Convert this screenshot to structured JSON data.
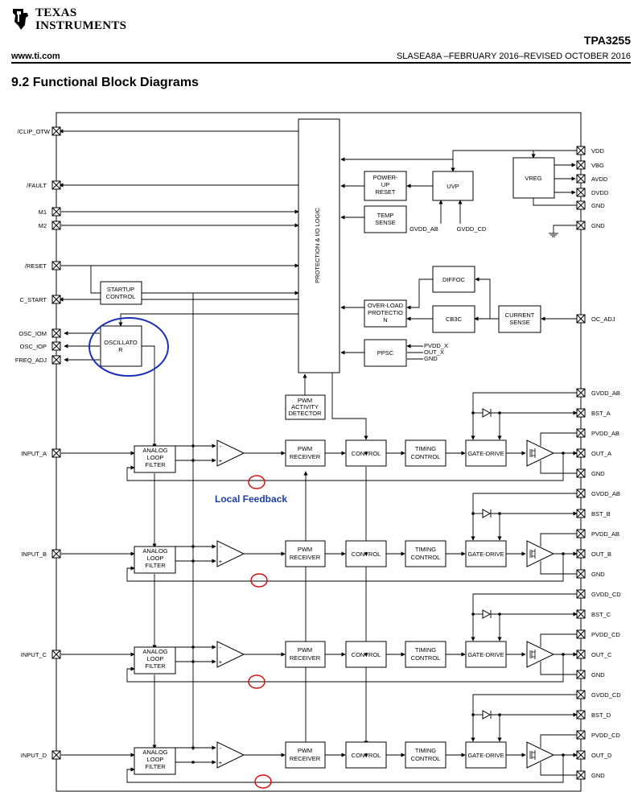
{
  "header": {
    "company_line1": "Texas",
    "company_line2": "Instruments",
    "part_number": "TPA3255",
    "website": "www.ti.com",
    "revision": "SLASEA8A –FEBRUARY 2016–REVISED OCTOBER 2016",
    "section_title": "9.2  Functional Block Diagrams"
  },
  "pins_left": {
    "clip_otw": "/CLIP_OTW",
    "fault": "/FAULT",
    "m1": "M1",
    "m2": "M2",
    "reset": "/RESET",
    "c_start": "C_START",
    "osc_iom": "OSC_IOM",
    "osc_iop": "OSC_IOP",
    "freq_adj": "FREQ_ADJ",
    "input_a": "INPUT_A",
    "input_b": "INPUT_B",
    "input_c": "INPUT_C",
    "input_d": "INPUT_D"
  },
  "pins_right": {
    "vdd": "VDD",
    "vbg": "VBG",
    "avdd": "AVDD",
    "dvdd": "DVDD",
    "gnd1": "GND",
    "gnd2": "GND",
    "oc_adj": "OC_ADJ",
    "channels": [
      {
        "gvdd": "GVDD_AB",
        "bst": "BST_A",
        "pvdd": "PVDD_AB",
        "out": "OUT_A",
        "gnd": "GND"
      },
      {
        "gvdd": "GVDD_AB",
        "bst": "BST_B",
        "pvdd": "PVDD_AB",
        "out": "OUT_B",
        "gnd": "GND"
      },
      {
        "gvdd": "GVDD_CD",
        "bst": "BST_C",
        "pvdd": "PVDD_CD",
        "out": "OUT_C",
        "gnd": "GND"
      },
      {
        "gvdd": "GVDD_CD",
        "bst": "BST_D",
        "pvdd": "PVDD_CD",
        "out": "OUT_D",
        "gnd": "GND"
      }
    ]
  },
  "blocks": {
    "protection": "PROTECTION & I/O LOGIC",
    "powerup": [
      "POWER-",
      "UP",
      "RESET"
    ],
    "uvp": "UVP",
    "vreg": "VREG",
    "temp": [
      "TEMP",
      "SENSE"
    ],
    "startup": [
      "STARTUP",
      "CONTROL"
    ],
    "diffoc": "DIFFOC",
    "overload": [
      "OVER-LOAD",
      "PROTECTIO",
      "N"
    ],
    "cb3c": "CB3C",
    "current": [
      "CURRENT",
      "SENSE"
    ],
    "ppsc": "PPSC",
    "ppsc_inputs": [
      "PVDD_X",
      "OUT_X",
      "GND"
    ],
    "oscillator": [
      "OSCILLATO",
      "R"
    ],
    "pwm_activity": [
      "PWM",
      "ACTIVITY",
      "DETECTOR"
    ],
    "uvp_labels": [
      "GVDD_AB",
      "GVDD_CD"
    ],
    "analog_filter": [
      "ANALOG",
      "LOOP",
      "FILTER"
    ],
    "pwm_receiver": [
      "PWM",
      "RECEIVER"
    ],
    "control": "CONTROL",
    "timing": [
      "TIMING",
      "CONTROL"
    ],
    "gate_drive": "GATE-DRIVE",
    "plus": "+",
    "minus": "-"
  },
  "annotation": {
    "local_feedback": "Local Feedback"
  },
  "colors": {
    "highlight_circle": "#1e2fb8",
    "feedback_circle": "#d81010",
    "feedback_text": "#1f3fa0"
  }
}
